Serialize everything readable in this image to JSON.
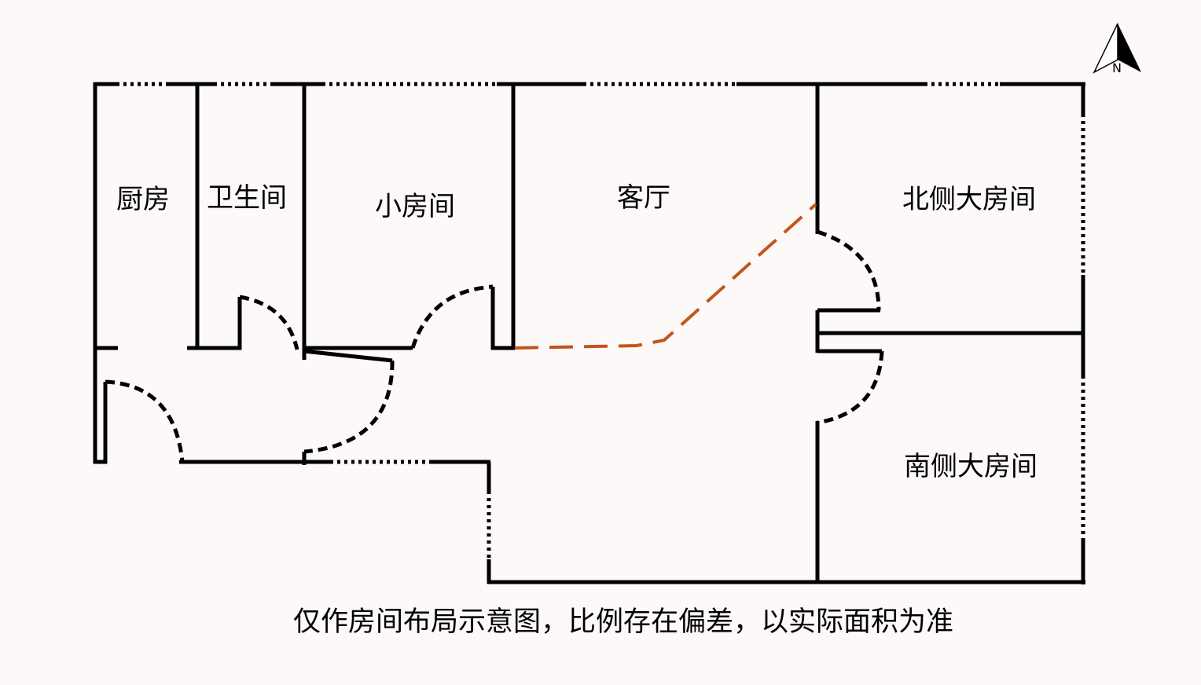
{
  "rooms": {
    "kitchen": "厨房",
    "bathroom": "卫生间",
    "small_room": "小房间",
    "living_room": "客厅",
    "north_bedroom": "北侧大房间",
    "south_bedroom": "南侧大房间"
  },
  "note": "仅作房间布局示意图，比例存在偏差，以实际面积为准",
  "compass": {
    "letter": "N"
  },
  "colors": {
    "background": "#fcf9f8",
    "walls": "#000000",
    "partition": "#c0561b"
  }
}
